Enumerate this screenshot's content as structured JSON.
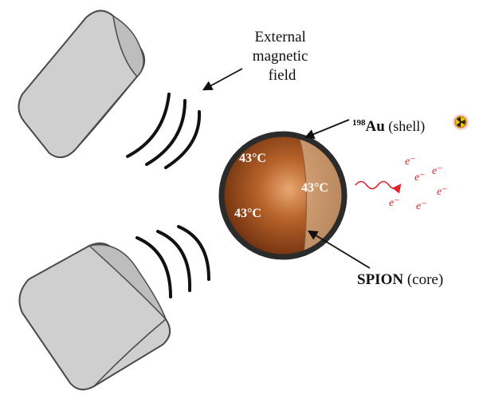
{
  "labels": {
    "external_field_line1": "External",
    "external_field_line2": "magnetic",
    "external_field_line3": "field",
    "shell_isotope": "198",
    "shell_element": "Au",
    "shell_role": " (shell)",
    "core_name": "SPION",
    "core_role": " (core)"
  },
  "temperatures": [
    "43°C",
    "43°C",
    "43°C"
  ],
  "electron_symbol": "e⁻",
  "electron_count": 6,
  "colors": {
    "magnet_fill": "#cfcfcf",
    "magnet_stroke": "#4a4a4a",
    "sphere_rim": "#2b2b2b",
    "core_dark": "#5a2a0c",
    "core_mid": "#a8561e",
    "core_light": "#e0a070",
    "shell_overlay": "#c9a07a",
    "emission": "#e0202a",
    "radiation_icon": "#f2c200"
  },
  "icons": [
    "radiation-icon",
    "wavy-emission-arrow",
    "field-arc"
  ]
}
